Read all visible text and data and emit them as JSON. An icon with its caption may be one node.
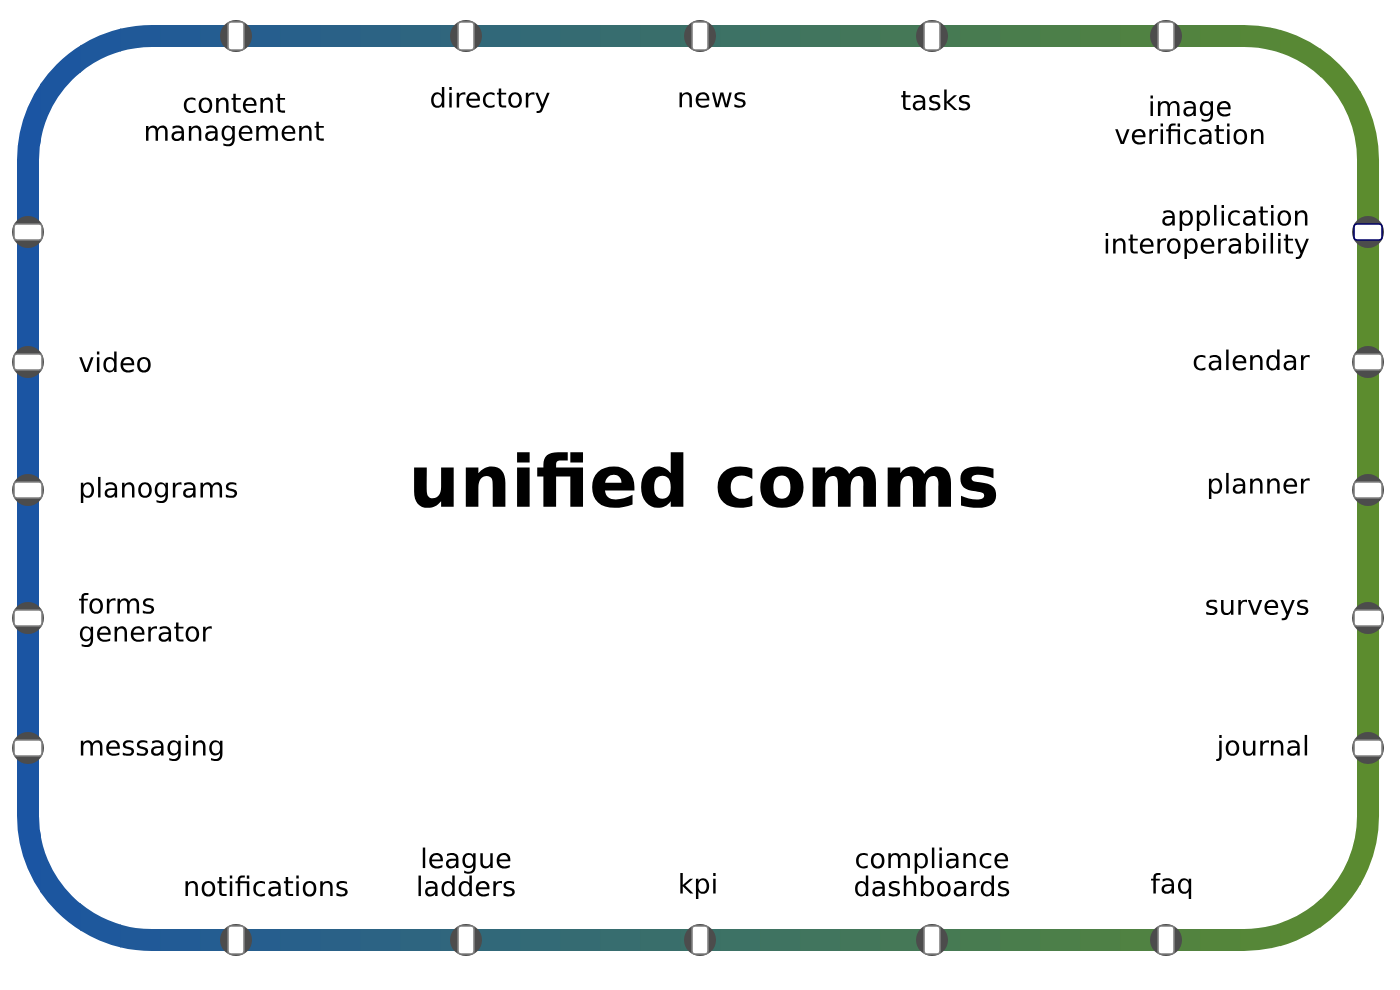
{
  "diagram": {
    "title": "unified comms",
    "labels": [
      "content management",
      "directory",
      "news",
      "tasks",
      "image verification",
      "application interoperability",
      "video",
      "calendar",
      "planograms",
      "planner",
      "forms generator",
      "surveys",
      "messaging",
      "journal",
      "notifications",
      "league ladders",
      "kpi",
      "compliance dashboards",
      "faq"
    ]
  }
}
